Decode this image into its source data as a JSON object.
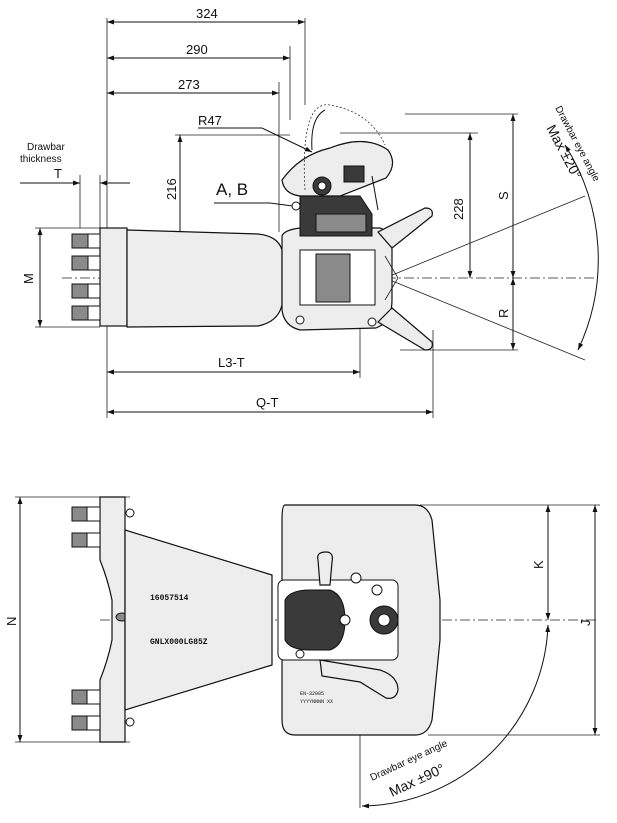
{
  "side_view": {
    "dim_324": "324",
    "dim_290": "290",
    "dim_273": "273",
    "dim_r47": "R47",
    "dim_216": "216",
    "dim_228": "228",
    "label_ab": "A, B",
    "drawbar_thickness_line1": "Drawbar",
    "drawbar_thickness_line2": "thickness",
    "dim_t": "T",
    "dim_m": "M",
    "dim_s": "S",
    "dim_r": "R",
    "dim_l3t": "L3-T",
    "dim_qt": "Q-T",
    "eye_angle_label": "Drawbar eye angle",
    "eye_angle_value": "Max ±20°"
  },
  "top_view": {
    "dim_n": "N",
    "dim_k": "K",
    "dim_j": "J",
    "stamp_1": "16057514",
    "stamp_2": "GNLX000LG85Z",
    "stamp_3": "EN-32005",
    "stamp_4": "YYYYNNNN XX",
    "eye_angle_label": "Drawbar eye angle",
    "eye_angle_value": "Max ±90°"
  }
}
